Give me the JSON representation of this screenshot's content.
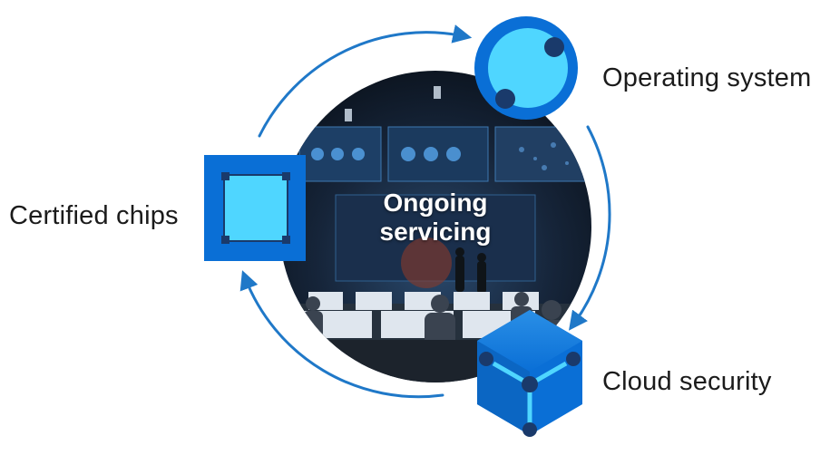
{
  "center": {
    "line1": "Ongoing",
    "line2": "servicing"
  },
  "nodes": {
    "operating_system": {
      "label": "Operating system",
      "icon": "os-circle-icon"
    },
    "certified_chips": {
      "label": "Certified chips",
      "icon": "chip-square-icon"
    },
    "cloud_security": {
      "label": "Cloud security",
      "icon": "cloud-cube-icon"
    }
  },
  "colors": {
    "primary_blue": "#0a6fd6",
    "light_cyan": "#4fd6ff",
    "dark_navy": "#1a3a6b",
    "arrow_blue": "#1f78c8"
  }
}
